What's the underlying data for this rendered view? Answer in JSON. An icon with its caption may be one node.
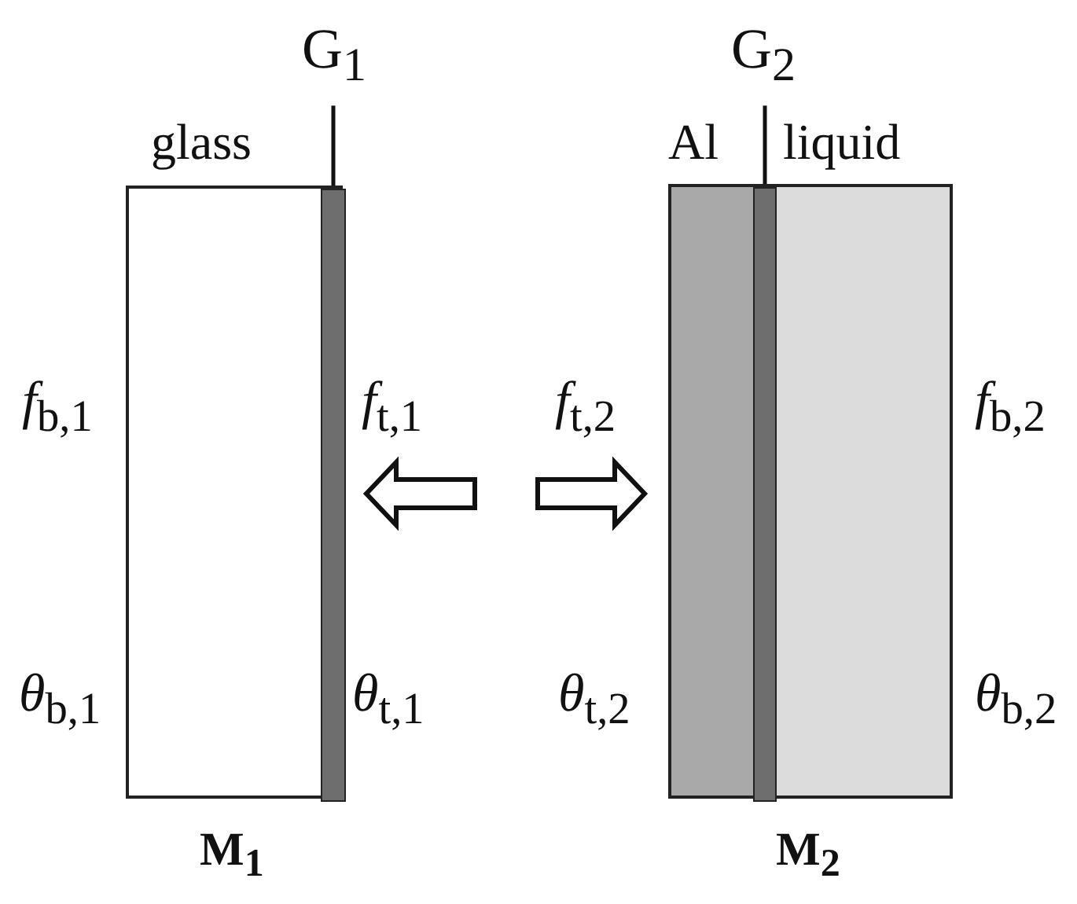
{
  "diagram": {
    "nodes": [
      {
        "text": [
          "G$_{1}$"
        ]
      },
      {
        "text": [
          "G$_{2}$"
        ]
      },
      {
        "text": [
          "M$_{1}$"
        ]
      },
      {
        "text": [],
        "shape": "bar",
        "in": 2
      },
      {
        "text": [
          "M$_{2}$"
        ]
      },
      {
        "text": [
          "Al"
        ],
        "in": 4
      },
      {
        "text": [],
        "shape": "bar",
        "in": 4
      },
      {
        "text": [
          "liquid"
        ],
        "in": 4
      }
    ],
    "edges": [
      {
        "from": 0,
        "to": 3,
        "arrow": "none"
      },
      {
        "from": 1,
        "to": 6,
        "arrow": "none"
      }
    ],
    "labels": [
      "glass",
      "*f*$_{b,1}$",
      "*f*$_{t,1}$",
      "*f*$_{t,2}$",
      "*f*$_{b,2}$",
      "*θ*$_{b,1}$",
      "*θ*$_{t,1}$",
      "*θ*$_{t,2}$",
      "*θ*$_{b,2}$"
    ]
  }
}
